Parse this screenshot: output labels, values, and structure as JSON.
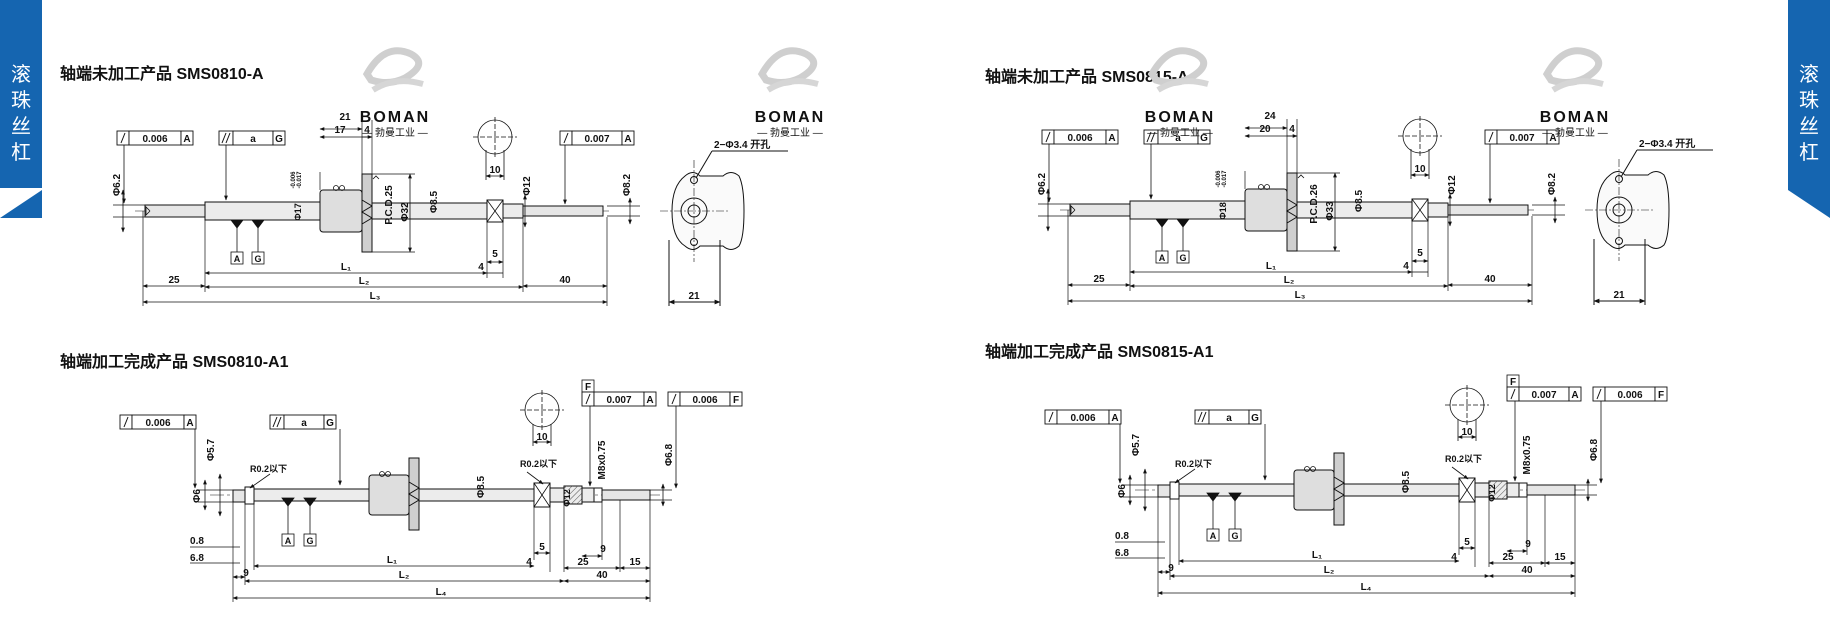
{
  "side_tab": {
    "label_chars": [
      "滚",
      "珠",
      "丝",
      "杠"
    ],
    "color": "#1565b0"
  },
  "watermark": {
    "brand": "BOMAN",
    "sub": "— 勃曼工业 —",
    "color": "#c9c9c9"
  },
  "sections": {
    "tl": {
      "title": "轴端未加工产品 SMS0810-A"
    },
    "bl": {
      "title": "轴端加工完成产品  SMS0810-A1"
    },
    "tr": {
      "title": "轴端未加工产品 SMS0815-A"
    },
    "br": {
      "title": "轴端加工完成产品  SMS0815-A1"
    }
  },
  "tl": {
    "fcf_a": "0.006",
    "ref_a": "A",
    "fcf_g_val": "a",
    "ref_g": "G",
    "fcf_right": "0.007",
    "ref_right": "A",
    "dim_phi62": "Φ6.2",
    "dim_21": "21",
    "dim_17": "17",
    "dim_4": "4",
    "tol_a": "-0.006",
    "tol_b": "-0.017",
    "dim_phi17": "Φ17",
    "dim_phi32": "Φ32",
    "dim_pcd": "P.C.D.25",
    "dim_phi85": "Φ8.5",
    "dim_10": "10",
    "dim_phi12": "Φ12",
    "dim_phi82": "Φ8.2",
    "holes": "2−Φ3.4 开孔",
    "dim_5": "5",
    "dim_4b": "4",
    "dim_25": "25",
    "dim_40": "40",
    "L1": "L₁",
    "L2": "L₂",
    "L3": "L₃",
    "width21": "21",
    "datum_a": "A",
    "datum_g": "G"
  },
  "tr": {
    "fcf_a": "0.006",
    "ref_a": "A",
    "fcf_g_val": "a",
    "ref_g": "G",
    "fcf_right": "0.007",
    "ref_right": "A",
    "dim_phi62": "Φ6.2",
    "dim_24": "24",
    "dim_20": "20",
    "dim_4": "4",
    "tol_a": "-0.006",
    "tol_b": "-0.017",
    "dim_phi18": "Φ18",
    "dim_phi33": "Φ33",
    "dim_pcd": "P.C.D.26",
    "dim_phi85": "Φ8.5",
    "dim_10": "10",
    "dim_phi12": "Φ12",
    "dim_phi82": "Φ8.2",
    "holes": "2−Φ3.4 开孔",
    "dim_5": "5",
    "dim_4b": "4",
    "dim_25": "25",
    "dim_40": "40",
    "L1": "L₁",
    "L2": "L₂",
    "L3": "L₃",
    "width21": "21",
    "datum_a": "A",
    "datum_g": "G"
  },
  "bl": {
    "fcf_a": "0.006",
    "ref_a": "A",
    "fcf_g_val": "a",
    "ref_g": "G",
    "fcf_right1": "0.007",
    "ref_right1": "A",
    "ref_f": "F",
    "fcf_right2": "0.006",
    "ref_right2": "F",
    "dim_phi6": "Φ6",
    "dim_phi57": "Φ5.7",
    "dim_r02": "R0.2以下",
    "dim_r02b": "R0.2以下",
    "dim_phi85": "Φ8.5",
    "dim_phi12": "Φ12",
    "dim_m8": "M8x0.75",
    "dim_phi68": "Φ6.8",
    "dim_10": "10",
    "dim_08": "0.8",
    "dim_68": "6.8",
    "dim_9": "9",
    "dim_5": "5",
    "dim_4": "4",
    "dim_25": "25",
    "dim_9b": "9",
    "dim_15": "15",
    "dim_40": "40",
    "L1": "L₁",
    "L2": "L₂",
    "L4": "L₄",
    "datum_a": "A",
    "datum_g": "G"
  },
  "br": {
    "fcf_a": "0.006",
    "ref_a": "A",
    "fcf_g_val": "a",
    "ref_g": "G",
    "fcf_right1": "0.007",
    "ref_right1": "A",
    "ref_f": "F",
    "fcf_right2": "0.006",
    "ref_right2": "F",
    "dim_phi6": "Φ6",
    "dim_phi57": "Φ5.7",
    "dim_r02": "R0.2以下",
    "dim_r02b": "R0.2以下",
    "dim_phi85": "Φ8.5",
    "dim_phi12": "Φ12",
    "dim_m8": "M8x0.75",
    "dim_phi68": "Φ6.8",
    "dim_10": "10",
    "dim_08": "0.8",
    "dim_68": "6.8",
    "dim_9": "9",
    "dim_5": "5",
    "dim_4": "4",
    "dim_25": "25",
    "dim_9b": "9",
    "dim_15": "15",
    "dim_40": "40",
    "L1": "L₁",
    "L2": "L₂",
    "L4": "L₄",
    "datum_a": "A",
    "datum_g": "G"
  }
}
